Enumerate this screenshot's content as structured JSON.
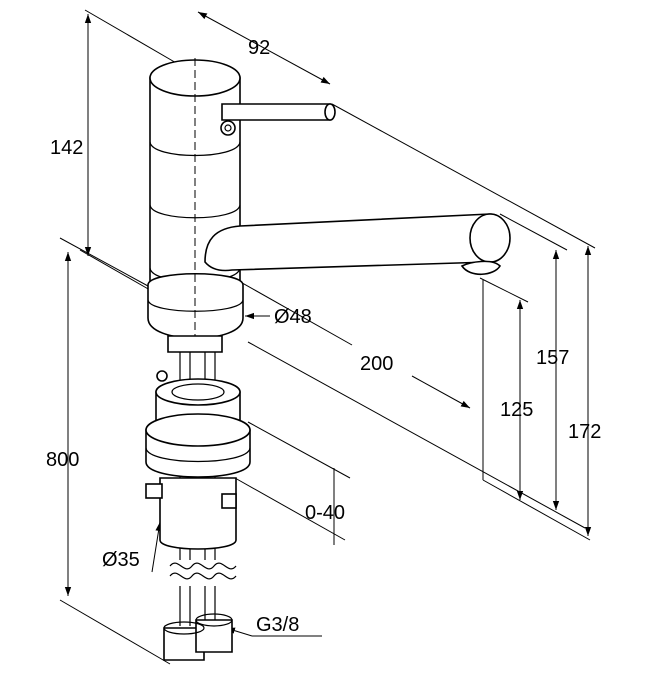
{
  "dimensions": {
    "d92": "92",
    "d142": "142",
    "d48": "Ø48",
    "d200": "200",
    "d157": "157",
    "d125": "125",
    "d172": "172",
    "d800": "800",
    "d040": "0-40",
    "d35": "Ø35",
    "thread": "G3/8"
  }
}
